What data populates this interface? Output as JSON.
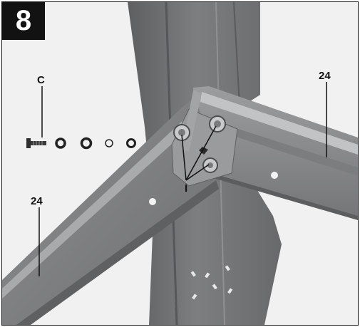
{
  "step": {
    "number": "8"
  },
  "labels": {
    "part_c": "C",
    "beam_right": "24",
    "beam_left": "24",
    "bolts_marker": "I"
  },
  "colors": {
    "steel_dark": "#6f7072",
    "steel_mid": "#8a8b8d",
    "steel_light": "#b0b1b3",
    "background": "#f1f1f1",
    "badge": "#121212"
  },
  "icons": [
    "bolt-icon",
    "washer-icon",
    "nut-icon"
  ]
}
